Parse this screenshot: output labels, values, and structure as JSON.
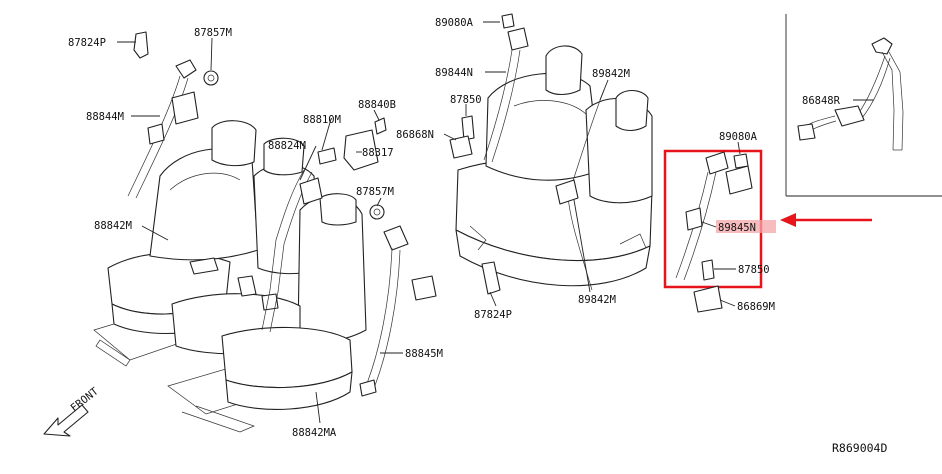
{
  "diagram_code": "R869004D",
  "direction_label": "FRONT",
  "highlight_color": "#e8141c",
  "highlighted_part": "89845N",
  "labels": {
    "p87824p_top": "87824P",
    "p87857m_top": "87857M",
    "p88844m": "88844M",
    "p88810m": "88810M",
    "p88840b": "88840B",
    "p88824m": "88824M",
    "p86868n": "86868N",
    "p88317": "88317",
    "p87857m_mid": "87857M",
    "p88842m": "88842M",
    "p88845m": "88845M",
    "p88842ma": "88842MA",
    "p89080a_top": "89080A",
    "p89844n": "89844N",
    "p87850_top": "87850",
    "p89842m_top": "89842M",
    "p89842m_bottom": "89842M",
    "p87824p_bottom": "87824P",
    "p89080a_right": "89080A",
    "p89845n": "89845N",
    "p87850_right": "87850",
    "p86869m": "86869M",
    "p86848r": "86848R"
  }
}
